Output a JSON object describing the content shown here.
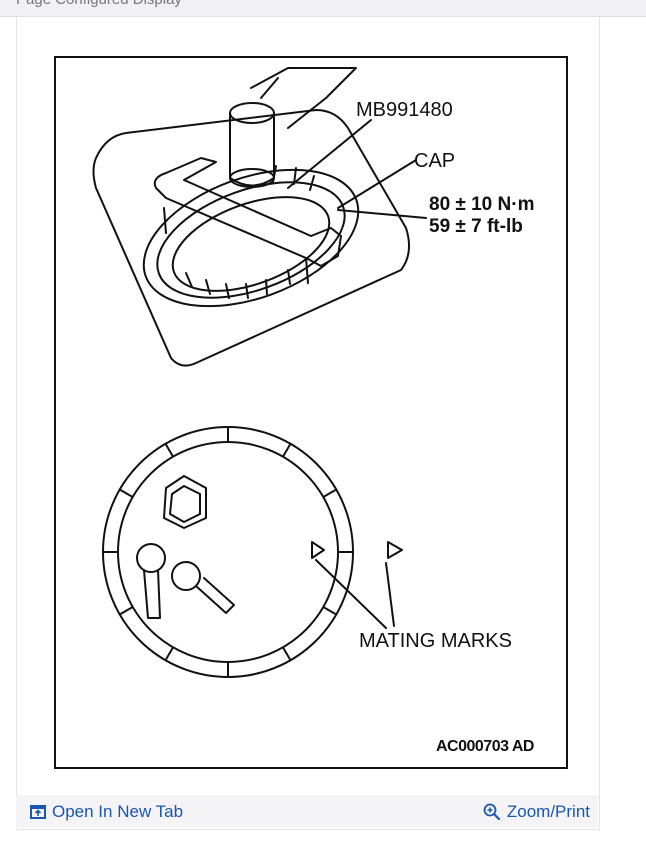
{
  "header": {
    "text": "Page Configured Display"
  },
  "figure": {
    "labels": {
      "tool": "MB991480",
      "cap": "CAP",
      "torque_line1": "80 ± 10 N·m",
      "torque_line2": "59 ± 7 ft-lb",
      "mating_marks": "MATING MARKS",
      "code": "AC000703 AD"
    }
  },
  "footer": {
    "open_new_tab": {
      "label": "Open In New Tab",
      "icon": "open-in-new-tab-icon"
    },
    "zoom_print": {
      "label": "Zoom/Print",
      "icon": "zoom-in-icon"
    }
  },
  "colors": {
    "link": "#1a55b0",
    "line": "#111111"
  }
}
